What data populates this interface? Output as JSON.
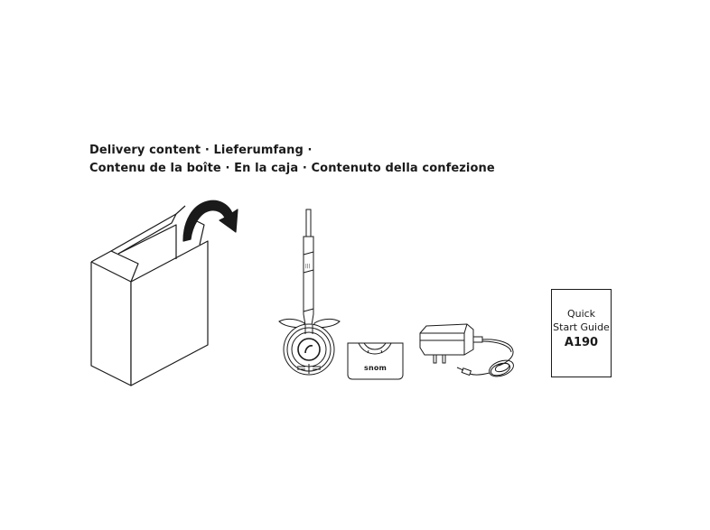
{
  "heading": {
    "line1": "Delivery content · Lieferumfang ·",
    "line2": "Contenu de la boîte · En la caja · Contenuto della confezione"
  },
  "items": [
    {
      "id": "box",
      "icon": "open-box-with-arrow-icon"
    },
    {
      "id": "headset",
      "icon": "headset-icon"
    },
    {
      "id": "charging-base",
      "icon": "charging-base-icon",
      "brand_label": "snom"
    },
    {
      "id": "power-adapter",
      "icon": "power-adapter-icon"
    },
    {
      "id": "quick-start-guide",
      "icon": "booklet-icon",
      "lines": [
        "Quick",
        "Start Guide",
        "A190"
      ]
    }
  ],
  "colors": {
    "line": "#1a1a1a",
    "background": "#ffffff"
  }
}
